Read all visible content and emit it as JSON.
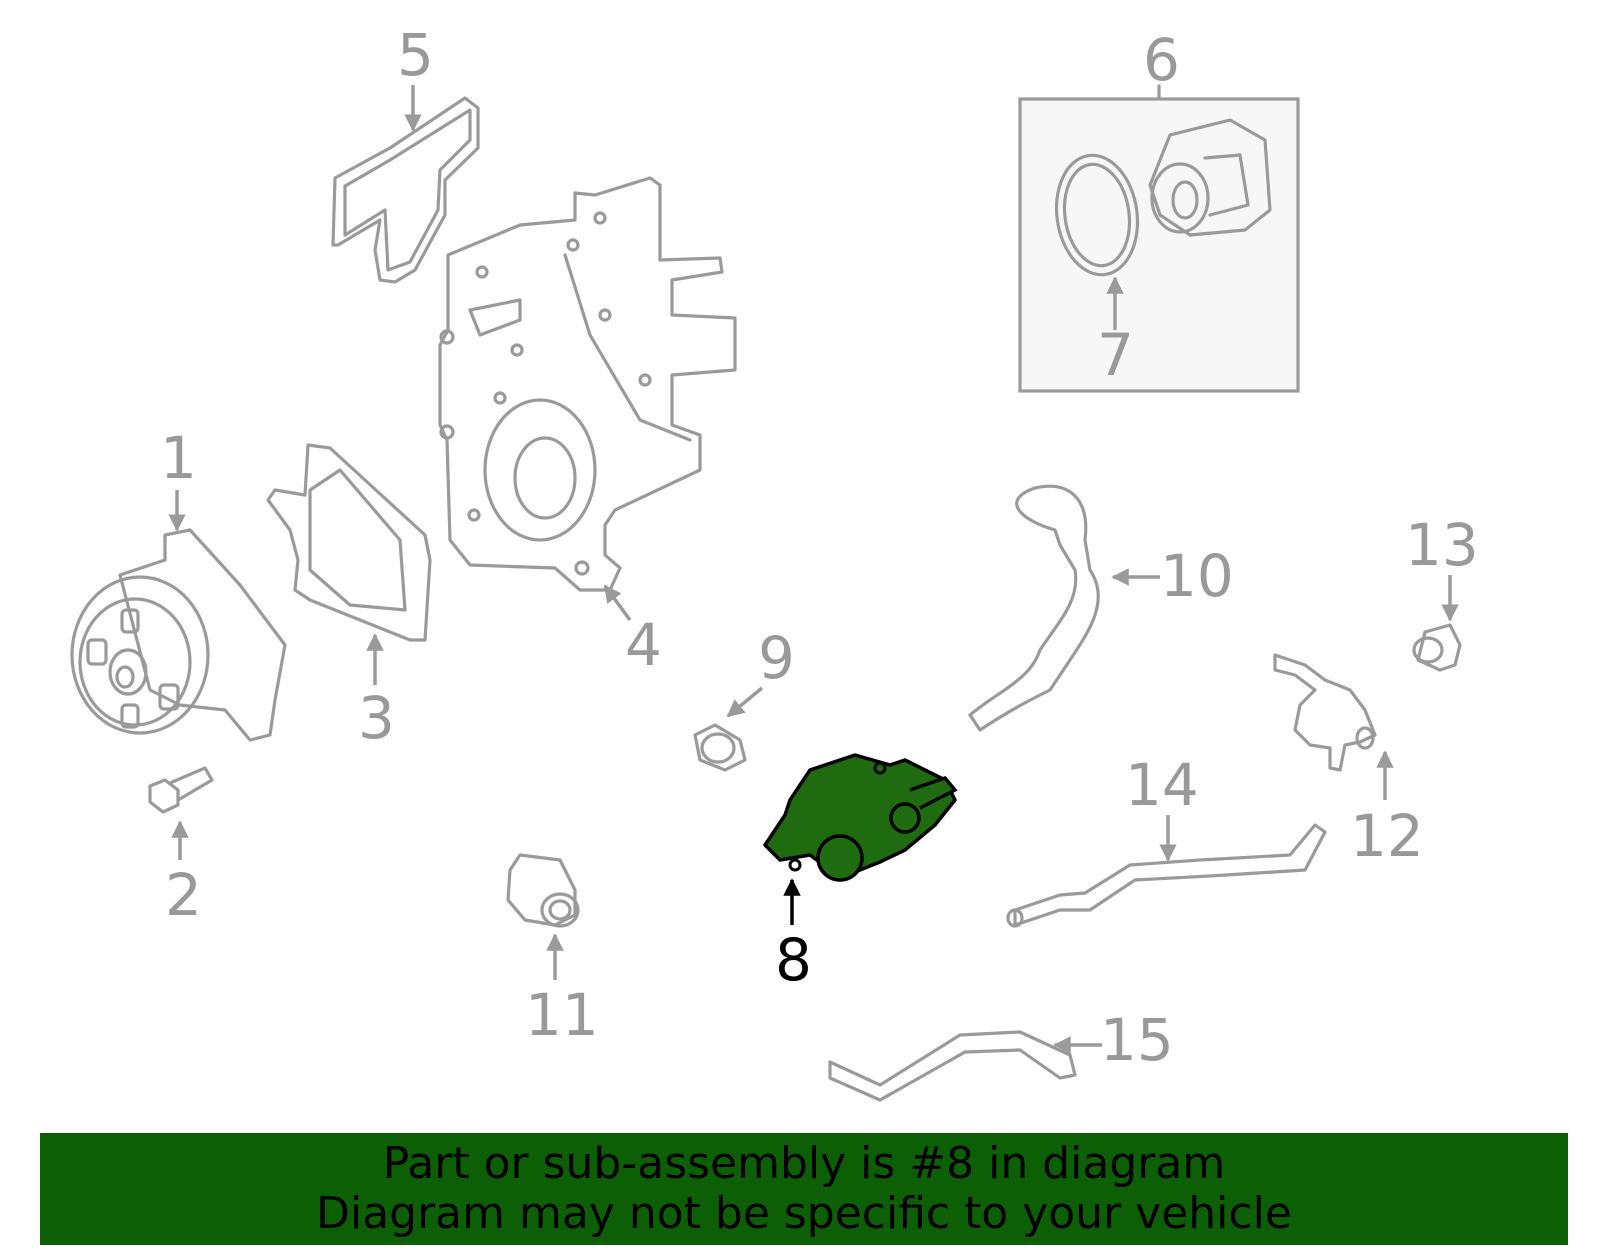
{
  "diagram": {
    "highlight_color": "#1f6b0f",
    "callouts": [
      {
        "id": "1",
        "label": "1"
      },
      {
        "id": "2",
        "label": "2"
      },
      {
        "id": "3",
        "label": "3"
      },
      {
        "id": "4",
        "label": "4"
      },
      {
        "id": "5",
        "label": "5"
      },
      {
        "id": "6",
        "label": "6"
      },
      {
        "id": "7",
        "label": "7"
      },
      {
        "id": "8",
        "label": "8",
        "highlighted": true
      },
      {
        "id": "9",
        "label": "9"
      },
      {
        "id": "10",
        "label": "10"
      },
      {
        "id": "11",
        "label": "11"
      },
      {
        "id": "12",
        "label": "12"
      },
      {
        "id": "13",
        "label": "13"
      },
      {
        "id": "14",
        "label": "14"
      },
      {
        "id": "15",
        "label": "15"
      }
    ]
  },
  "banner": {
    "line1": "Part or sub-assembly is #8 in diagram",
    "line2": "Diagram may not be specific to your vehicle",
    "color": "#0d5f06"
  }
}
